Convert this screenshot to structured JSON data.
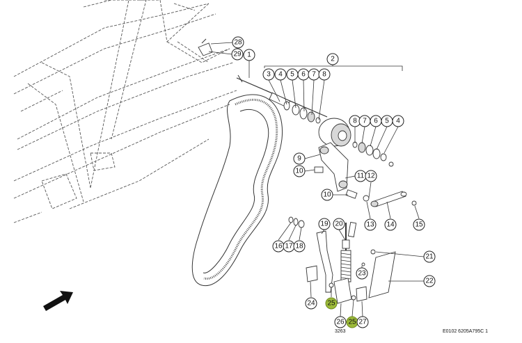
{
  "callouts": [
    {
      "label": "1"
    },
    {
      "label": "2"
    },
    {
      "label": "3"
    },
    {
      "label": "4"
    },
    {
      "label": "5"
    },
    {
      "label": "6"
    },
    {
      "label": "7"
    },
    {
      "label": "8"
    },
    {
      "label": "8"
    },
    {
      "label": "7"
    },
    {
      "label": "6"
    },
    {
      "label": "5"
    },
    {
      "label": "4"
    },
    {
      "label": "9"
    },
    {
      "label": "10"
    },
    {
      "label": "11"
    },
    {
      "label": "12"
    },
    {
      "label": "10"
    },
    {
      "label": "13"
    },
    {
      "label": "14"
    },
    {
      "label": "15"
    },
    {
      "label": "16"
    },
    {
      "label": "17"
    },
    {
      "label": "18"
    },
    {
      "label": "19"
    },
    {
      "label": "20"
    },
    {
      "label": "21"
    },
    {
      "label": "22"
    },
    {
      "label": "23"
    },
    {
      "label": "24"
    },
    {
      "label": "25",
      "highlight": true
    },
    {
      "label": "26"
    },
    {
      "label": "25",
      "highlight": true
    },
    {
      "label": "27"
    },
    {
      "label": "28"
    },
    {
      "label": "29"
    }
  ],
  "footer": {
    "drawing_number": "3263",
    "reference": "E0102 6205A795C 1"
  },
  "colors": {
    "highlight": "#9dbb3a",
    "line": "#333333"
  },
  "icons": {
    "direction_arrow": "arrow-up-right-icon"
  }
}
